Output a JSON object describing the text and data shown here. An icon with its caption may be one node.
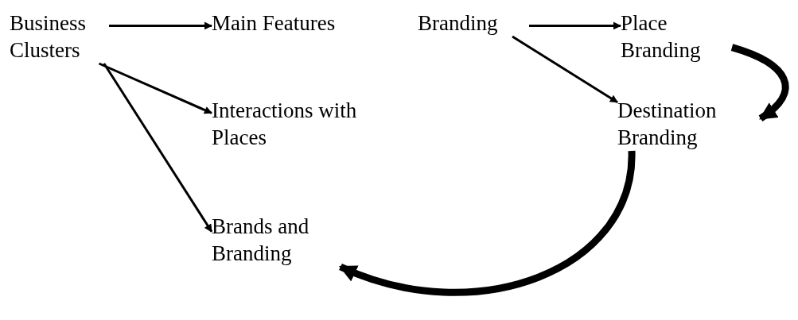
{
  "diagram": {
    "nodes": [
      {
        "text": [
          "Business Clusters"
        ]
      },
      {
        "text": [
          "Main Features"
        ]
      },
      {
        "text": [
          "Interactions with Places"
        ]
      },
      {
        "text": [
          "Brands and Branding"
        ]
      },
      {
        "text": [
          "Branding"
        ]
      },
      {
        "text": [
          "Place Branding"
        ]
      },
      {
        "text": [
          "Destination Branding"
        ]
      }
    ],
    "edges": [
      {
        "from": 0,
        "to": 1,
        "arrow": "to"
      },
      {
        "from": 0,
        "to": 2,
        "arrow": "to"
      },
      {
        "from": 0,
        "to": 3,
        "arrow": "to"
      },
      {
        "from": 4,
        "to": 5,
        "arrow": "to"
      },
      {
        "from": 4,
        "to": 6,
        "arrow": "to"
      },
      {
        "from": 5,
        "to": 6,
        "arrow": "to",
        "style": "thick"
      },
      {
        "from": 6,
        "to": 3,
        "arrow": "to",
        "style": "thick"
      }
    ]
  }
}
